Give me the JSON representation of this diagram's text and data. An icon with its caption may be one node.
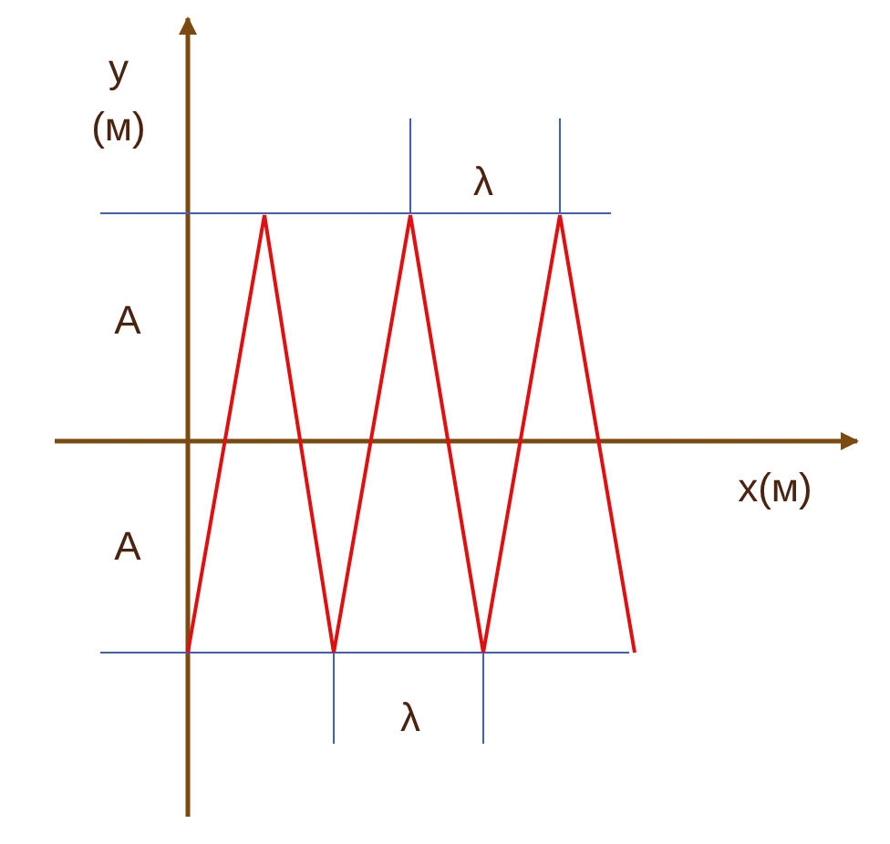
{
  "diagram": {
    "labels": [
      "y (м)",
      "λ",
      "A",
      "x(м)",
      "A",
      "λ"
    ]
  }
}
